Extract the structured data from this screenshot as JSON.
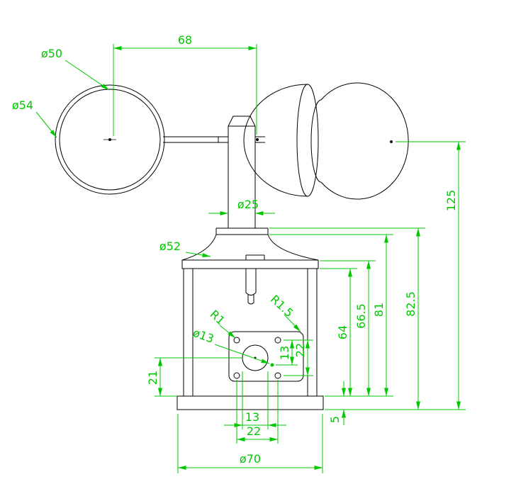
{
  "colors": {
    "background": "#ffffff",
    "outline": "#000000",
    "dimension": "#00c800"
  },
  "labels": {
    "d68": "68",
    "dia50": "ø50",
    "dia54": "ø54",
    "dia25": "ø25",
    "dia52": "ø52",
    "d125": "125",
    "d82_5": "82.5",
    "d81": "81",
    "d66_5": "66.5",
    "d64": "64",
    "d22_v": "22",
    "d13_v": "13",
    "r1": "R1",
    "r1_5": "R1.5",
    "dia13": "ø13",
    "d21": "21",
    "d13_h": "13",
    "d22_h": "22",
    "d5": "5",
    "dia70": "ø70"
  }
}
